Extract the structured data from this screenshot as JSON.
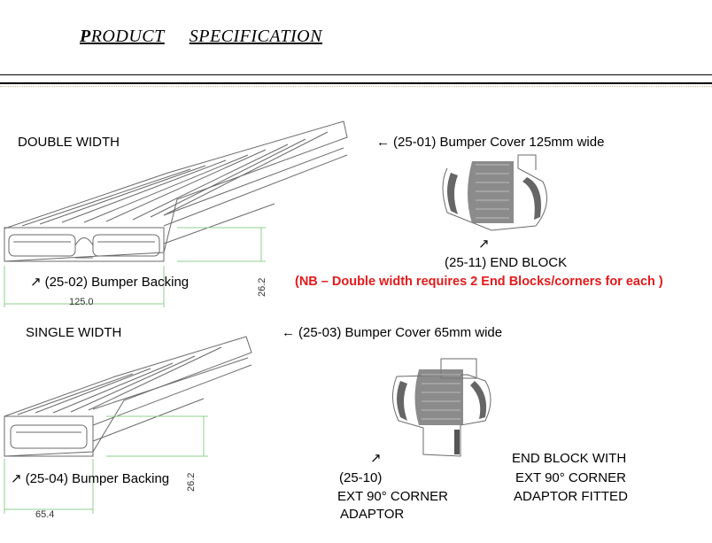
{
  "header": {
    "title_initial": "P",
    "title_word1": "RODUCT",
    "title_word2": "SPECIFICATION"
  },
  "double_width": {
    "label": "DOUBLE  WIDTH",
    "backing_label": "(25-02) Bumper Backing",
    "cover_label": "(25-01) Bumper Cover 125mm wide",
    "end_block_label": "(25-11) END BLOCK",
    "note": "(NB – Double width requires 2 End Blocks/corners for each )",
    "dim_width": "125.0",
    "dim_height": "26.2"
  },
  "single_width": {
    "label": "SINGLE  WIDTH",
    "backing_label": "(25-04) Bumper Backing",
    "cover_label": "(25-03) Bumper Cover 65mm wide",
    "corner_code": "(25-10)",
    "corner_line1": "EXT 90° CORNER",
    "corner_line2": "ADAPTOR",
    "fitted_line1": "END BLOCK WITH",
    "fitted_line2": "EXT 90°  CORNER",
    "fitted_line3": "ADAPTOR FITTED",
    "dim_width": "65.4",
    "dim_height": "26.2"
  },
  "icons": {
    "left_arrow": "←",
    "up_right_arrow": "↗"
  },
  "colors": {
    "note_red": "#e31b1b",
    "dimension_green": "#8fcf8f"
  }
}
